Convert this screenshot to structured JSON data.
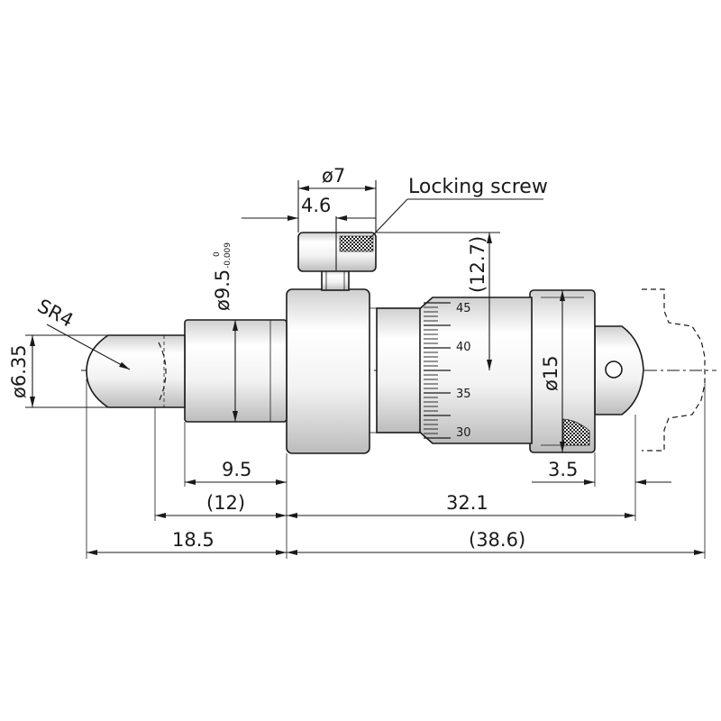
{
  "drawing": {
    "label_locking_screw": "Locking screw",
    "dim_phi7": "ø7",
    "dim_4_6": "4.6",
    "dim_12_7": "(12.7)",
    "dim_phi9_5": "ø9.5",
    "dim_phi9_5_tol_upper": "0",
    "dim_phi9_5_tol_lower": "-0.009",
    "dim_sr4": "SR4",
    "dim_phi6_35": "ø6.35",
    "dim_phi15": "ø15",
    "dim_9_5": "9.5",
    "dim_12": "(12)",
    "dim_18_5": "18.5",
    "dim_32_1": "32.1",
    "dim_38_6": "(38.6)",
    "dim_3_5": "3.5",
    "thimble_graduations": [
      "45",
      "40",
      "35",
      "30"
    ]
  }
}
